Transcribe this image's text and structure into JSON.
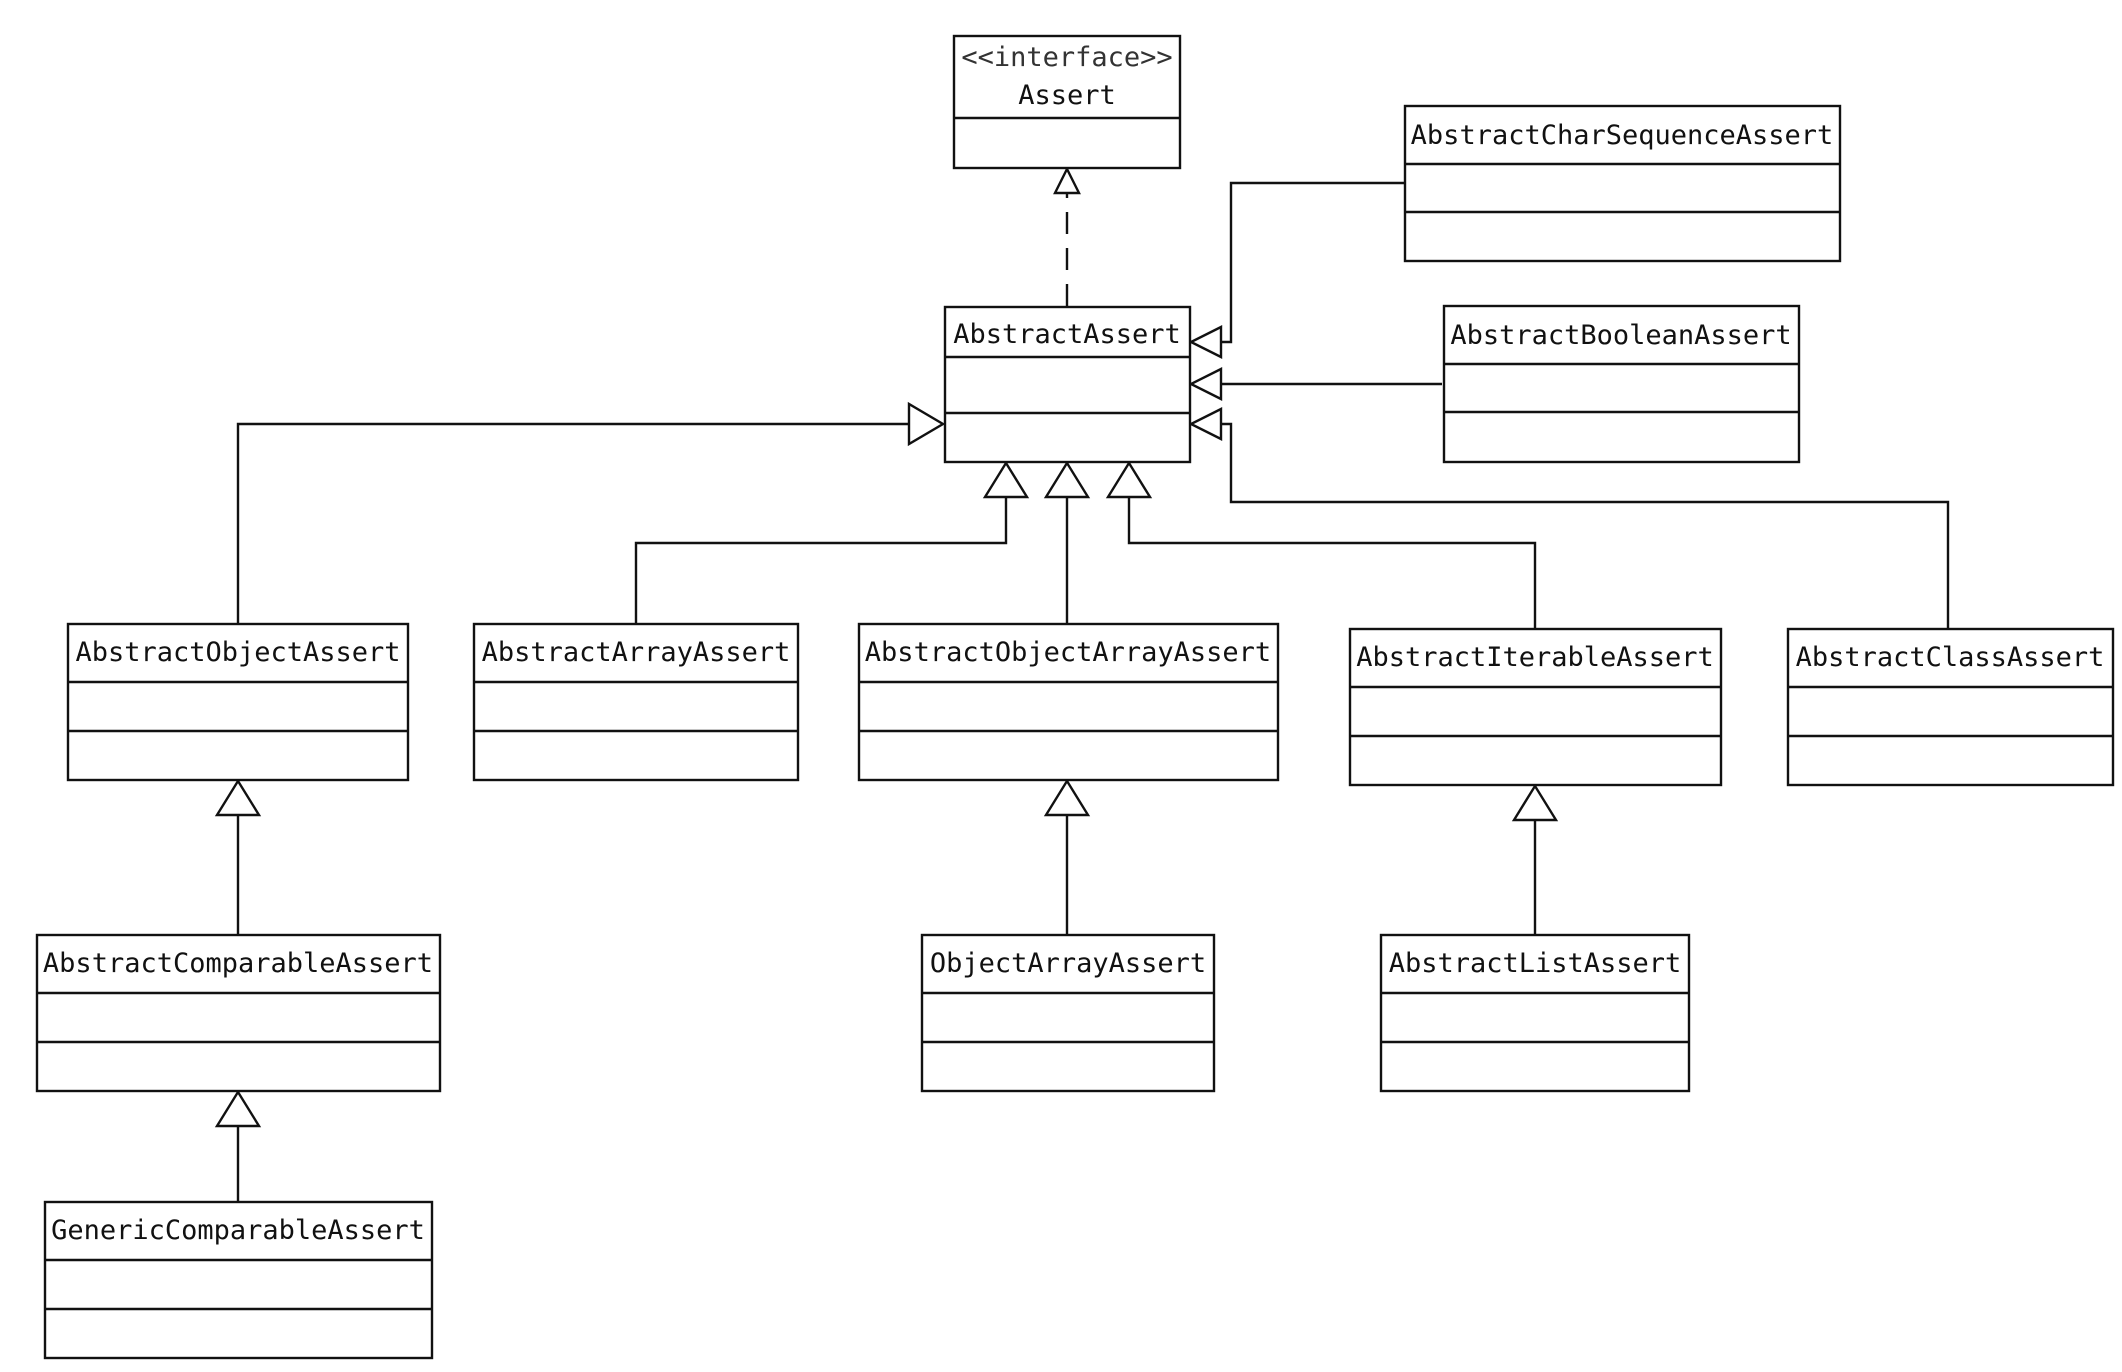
{
  "classes": [
    {
      "id": "assert",
      "stereotype": "<<interface>>",
      "name": "Assert"
    },
    {
      "id": "abstract-assert",
      "name": "AbstractAssert"
    },
    {
      "id": "abstract-char-sequence-assert",
      "name": "AbstractCharSequenceAssert"
    },
    {
      "id": "abstract-boolean-assert",
      "name": "AbstractBooleanAssert"
    },
    {
      "id": "abstract-object-assert",
      "name": "AbstractObjectAssert"
    },
    {
      "id": "abstract-array-assert",
      "name": "AbstractArrayAssert"
    },
    {
      "id": "abstract-object-array-assert",
      "name": "AbstractObjectArrayAssert"
    },
    {
      "id": "abstract-iterable-assert",
      "name": "AbstractIterableAssert"
    },
    {
      "id": "abstract-class-assert",
      "name": "AbstractClassAssert"
    },
    {
      "id": "abstract-comparable-assert",
      "name": "AbstractComparableAssert"
    },
    {
      "id": "object-array-assert",
      "name": "ObjectArrayAssert"
    },
    {
      "id": "abstract-list-assert",
      "name": "AbstractListAssert"
    },
    {
      "id": "generic-comparable-assert",
      "name": "GenericComparableAssert"
    }
  ],
  "relations": [
    {
      "from": "abstract-assert",
      "to": "assert",
      "kind": "realization"
    },
    {
      "from": "abstract-char-sequence-assert",
      "to": "abstract-assert",
      "kind": "generalization"
    },
    {
      "from": "abstract-boolean-assert",
      "to": "abstract-assert",
      "kind": "generalization"
    },
    {
      "from": "abstract-class-assert",
      "to": "abstract-assert",
      "kind": "generalization"
    },
    {
      "from": "abstract-object-assert",
      "to": "abstract-assert",
      "kind": "generalization"
    },
    {
      "from": "abstract-array-assert",
      "to": "abstract-assert",
      "kind": "generalization"
    },
    {
      "from": "abstract-object-array-assert",
      "to": "abstract-assert",
      "kind": "generalization"
    },
    {
      "from": "abstract-iterable-assert",
      "to": "abstract-assert",
      "kind": "generalization"
    },
    {
      "from": "abstract-comparable-assert",
      "to": "abstract-object-assert",
      "kind": "generalization"
    },
    {
      "from": "object-array-assert",
      "to": "abstract-object-array-assert",
      "kind": "generalization"
    },
    {
      "from": "abstract-list-assert",
      "to": "abstract-iterable-assert",
      "kind": "generalization"
    },
    {
      "from": "generic-comparable-assert",
      "to": "abstract-comparable-assert",
      "kind": "generalization"
    }
  ]
}
